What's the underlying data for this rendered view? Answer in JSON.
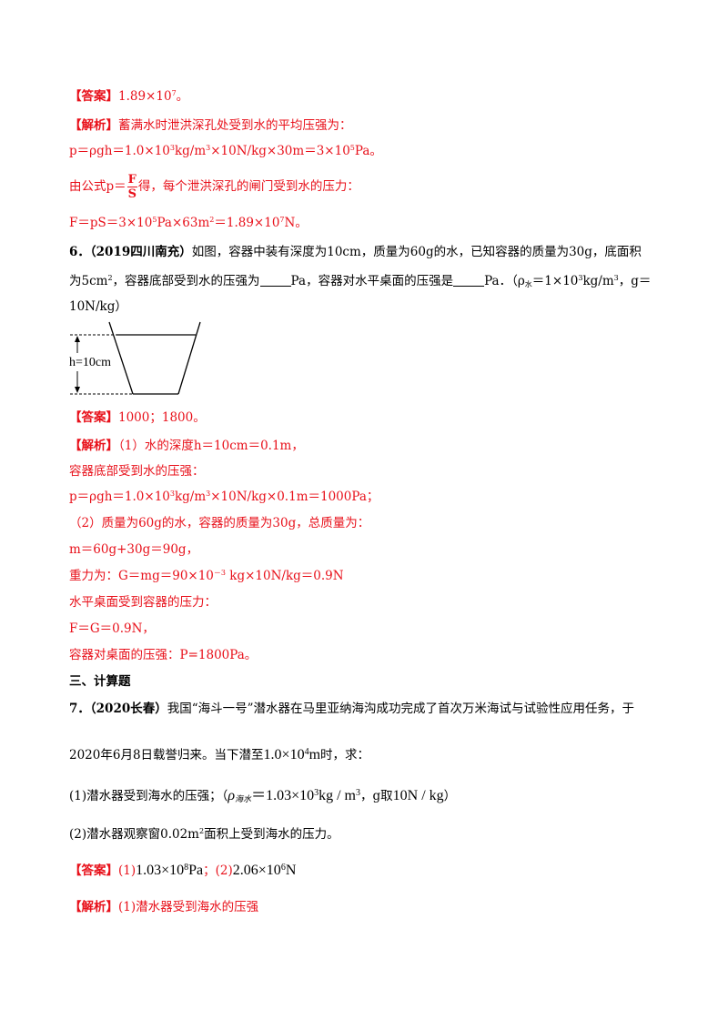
{
  "q5": {
    "answer_label": "【答案】",
    "answer_text": "1.89×10",
    "answer_exp": "7",
    "answer_tail": "。",
    "analysis_label": "【解析】",
    "analysis_intro": "蓄满水时泄洪深孔处受到水的平均压强为：",
    "formula_1a": "p＝ρgh＝1.0×10",
    "formula_1b": "kg/m",
    "formula_1c": "×10N/kg×30m＝3×10",
    "formula_1d": "Pa。",
    "exp3": "3",
    "exp5": "5",
    "formula_2_pre": "由公式p＝",
    "frac_num": "F",
    "frac_den": "S",
    "formula_2_post": "得，每个泄洪深孔的闸门受到水的压力：",
    "formula_3a": "F＝pS＝3×10",
    "formula_3b": "Pa×63m",
    "formula_3c": "＝1.89×10",
    "formula_3d": "N。",
    "exp2": "2",
    "exp7": "7"
  },
  "q6": {
    "number": "6．",
    "source": "（2019四川南充）",
    "stem_1": "如图，容器中装有深度为10cm，质量为60g的水，已知容器的质量为30g，底面积",
    "stem_2a": "为5cm",
    "stem_2b": "，容器底部受到水的压强为",
    "stem_2c": "Pa，容器对水平桌面的压强是",
    "stem_2d": "Pa．（ρ",
    "rho_sub": "水",
    "stem_2e": "＝1×10",
    "stem_2f": "kg/m",
    "stem_2g": "，g＝",
    "stem_3": "10N/kg）",
    "figure_label": "h=10cm",
    "answer_label": "【答案】",
    "answer_text": "1000；1800。",
    "analysis_label": "【解析】",
    "analysis_1": "（1）水的深度h＝10cm＝0.1m，",
    "analysis_2": "容器底部受到水的压强：",
    "analysis_3a": "p＝ρgh＝1.0×10",
    "analysis_3b": "kg/m",
    "analysis_3c": "×10N/kg×0.1m＝1000Pa；",
    "analysis_4": "（2）质量为60g的水，容器的质量为30g，总质量为：",
    "analysis_5": "m＝60g+30g＝90g，",
    "analysis_6a": "重力为：G＝mg＝90×10",
    "analysis_6b": "－3",
    "analysis_6c": " kg×10N/kg＝0.9N",
    "analysis_7": "水平桌面受到容器的压力：",
    "analysis_8": "F＝G＝0.9N，",
    "analysis_9": "容器对桌面的压强：P=1800Pa。",
    "exp2": "2",
    "exp3": "3"
  },
  "section": {
    "title": "三、计算题"
  },
  "q7": {
    "number": "7．",
    "source": "（2020长春）",
    "stem_1": "我国“海斗一号”潜水器在马里亚纳海沟成功完成了首次万米海试与试验性应用任务，于",
    "stem_2a": "2020年6月8日载誉归来。当下潜至",
    "stem_2_math": "1.0×10",
    "stem_2_exp": "4",
    "stem_2_unit": "m",
    "stem_2b": "时，求：",
    "part_1a": "(1)潜水器受到海水的压强；（",
    "rho": "ρ",
    "rho_sub": "海水",
    "part_1_math": "＝1.03×10",
    "part_1_exp": "3",
    "part_1_unit": "kg / m",
    "part_1_unit_exp": "3",
    "part_1_g": "，g取",
    "part_1_gval": "10N / kg",
    "part_1_close": "）",
    "part_2a": "(2)潜水器观察窗0.02m",
    "part_2_exp": "2",
    "part_2b": "面积上受到海水的压力。",
    "answer_label": "【答案】",
    "answer_p1": "(1)",
    "answer_v1": "1.03×10",
    "answer_v1_exp": "8",
    "answer_v1_unit": "Pa",
    "answer_sep": "；(2)",
    "answer_v2": "2.06×10",
    "answer_v2_exp": "6",
    "answer_v2_unit": "N",
    "analysis_label": "【解析】",
    "analysis_1": "(1)潜水器受到海水的压强"
  }
}
